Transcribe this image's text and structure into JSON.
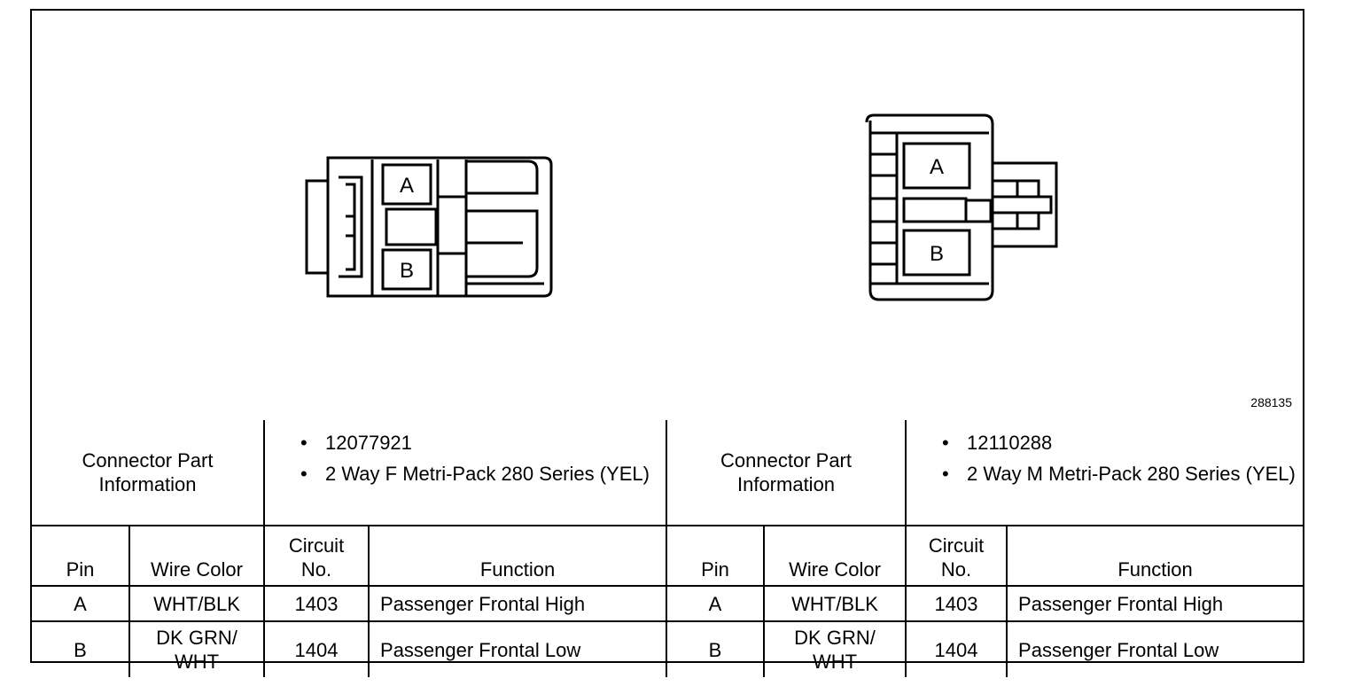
{
  "figure_id": "288135",
  "connectors": [
    {
      "pin_a_label": "A",
      "pin_b_label": "B",
      "info_label": "Connector Part Information",
      "part_number": "12077921",
      "description": "2 Way F Metri-Pack 280 Series (YEL)"
    },
    {
      "pin_a_label": "A",
      "pin_b_label": "B",
      "info_label": "Connector Part Information",
      "part_number": "12110288",
      "description": "2 Way M Metri-Pack 280 Series (YEL)"
    }
  ],
  "columns": {
    "pin": "Pin",
    "wire_color": "Wire Color",
    "circuit_line1": "Circuit",
    "circuit_line2": "No.",
    "function": "Function"
  },
  "rows": [
    {
      "pin": "A",
      "wire_color": "WHT/BLK",
      "circuit": "1403",
      "function": "Passenger Frontal High"
    },
    {
      "pin": "B",
      "wire_color_line1": "DK GRN/",
      "wire_color_line2": "WHT",
      "circuit": "1404",
      "function": "Passenger Frontal Low"
    }
  ]
}
